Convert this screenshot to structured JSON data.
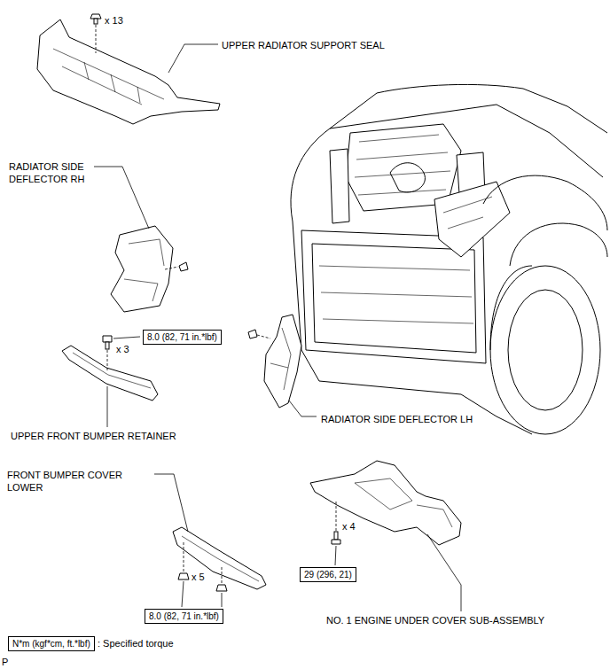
{
  "diagram": {
    "nodes": [
      {
        "text": [
          "8.0 (82, 71 in.*lbf)"
        ]
      },
      {
        "text": [
          "29 (296, 21)"
        ]
      },
      {
        "text": [
          "8.0 (82, 71 in.*lbf)"
        ]
      },
      {
        "text": [
          "N*m (kgf*cm, ft.*lbf)"
        ]
      }
    ],
    "labels": [
      "x 13",
      "UPPER RADIATOR SUPPORT SEAL",
      "RADIATOR SIDE DEFLECTOR RH",
      "x 3",
      "UPPER FRONT BUMPER RETAINER",
      "RADIATOR SIDE DEFLECTOR LH",
      "FRONT BUMPER COVER LOWER",
      "x 5",
      "x 4",
      "NO. 1 ENGINE UNDER COVER SUB-ASSEMBLY",
      ": Specified torque",
      "P"
    ]
  }
}
